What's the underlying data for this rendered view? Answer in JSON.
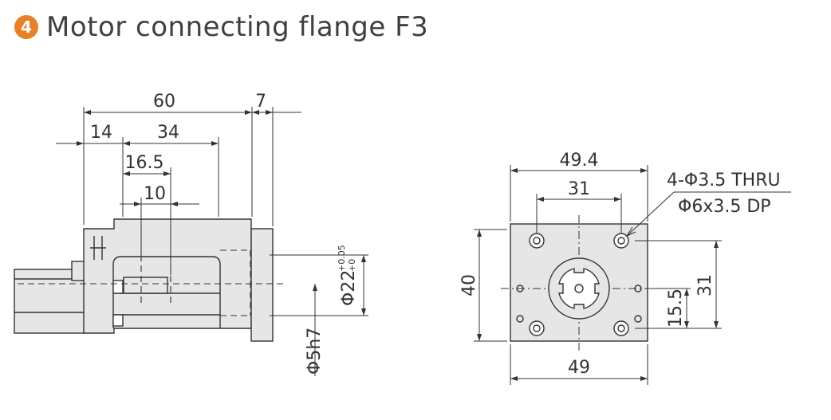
{
  "header": {
    "badge": "4",
    "title": "Motor connecting flange F3"
  },
  "side_view": {
    "dims": {
      "overall": "60",
      "flange": "7",
      "offset": "14",
      "body": "34",
      "shaft_pos": "16.5",
      "shaft_len": "10"
    },
    "bore": {
      "main": "Φ22",
      "tol_upper": "+0.05",
      "tol_lower": "+0"
    },
    "shaft_fit": "Φ5h7"
  },
  "front_view": {
    "dims": {
      "top_width": "49.4",
      "hole_pitch": "31",
      "height": "40",
      "bottom_width": "49",
      "vert_pitch": "31",
      "center_height": "15.5"
    },
    "note": {
      "line1": "4-Φ3.5 THRU",
      "line2": "Φ6x3.5 DP"
    }
  },
  "colors": {
    "accent": "#e8802a",
    "part_fill": "#e6e6e6",
    "outline": "#333333"
  }
}
